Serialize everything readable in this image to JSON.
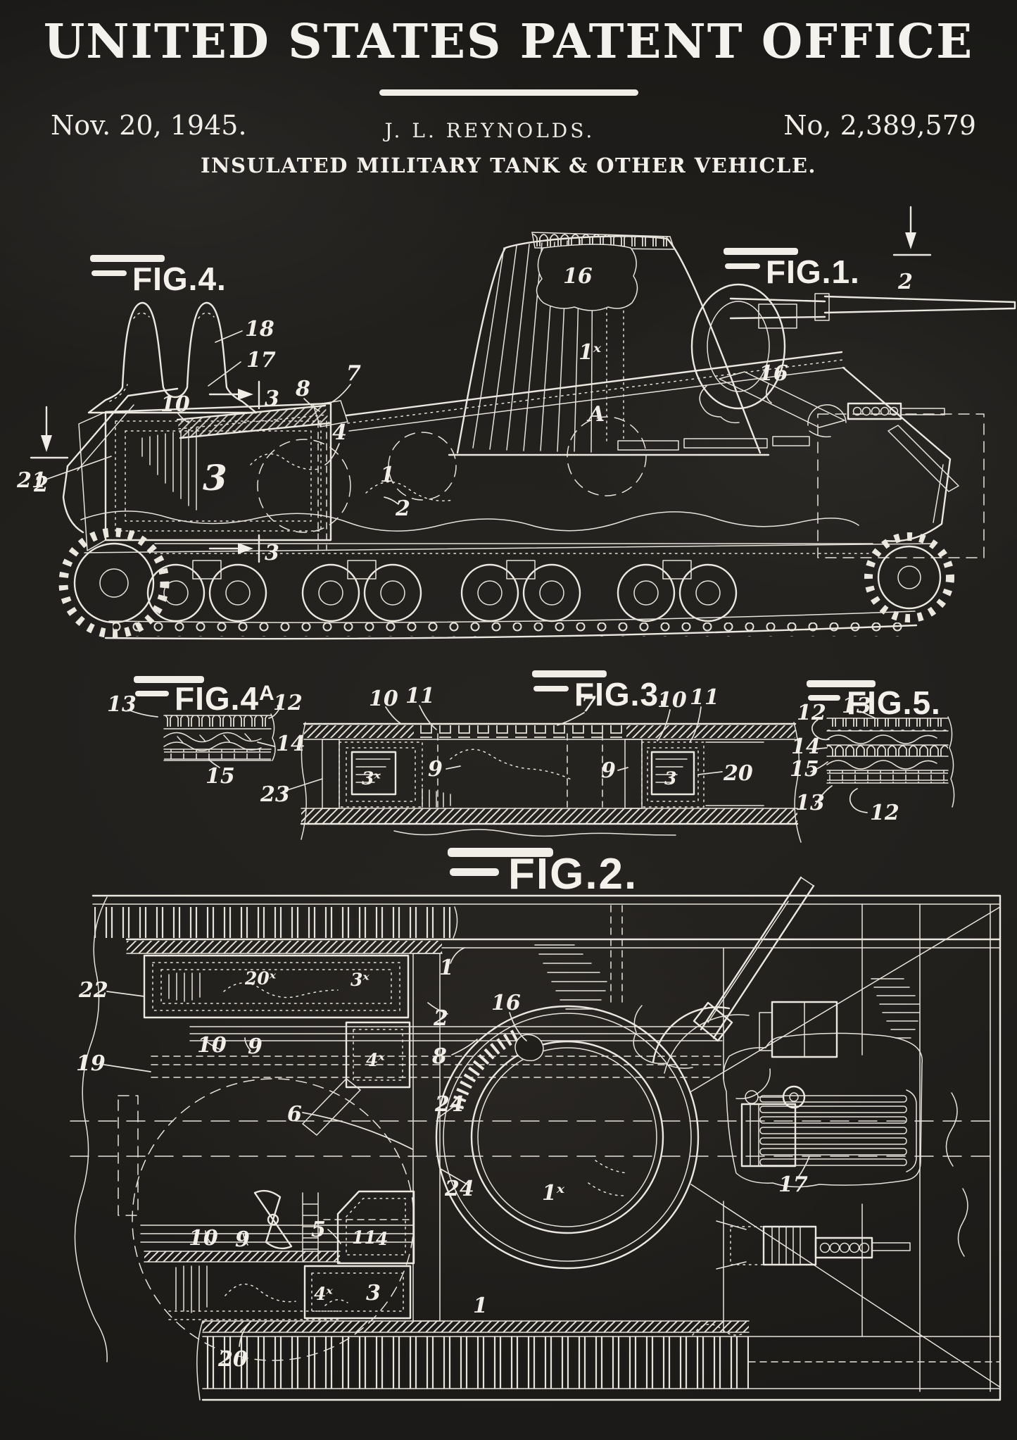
{
  "poster": {
    "title": "UNITED STATES PATENT OFFICE",
    "date": "Nov. 20, 1945.",
    "inventor": "J. L. REYNOLDS.",
    "patent_no": "No, 2,389,579",
    "subtitle": "INSULATED MILITARY TANK & OTHER VEHICLE.",
    "colors": {
      "background": "#211f1c",
      "chalk": "#efede5"
    }
  },
  "figures": {
    "fig4": {
      "label": "FIG.4.",
      "refs": [
        "18",
        "17"
      ]
    },
    "fig1": {
      "label": "FIG.1.",
      "sections": [
        "2",
        "2"
      ],
      "refs": [
        "21",
        "3",
        "10",
        "3",
        "3",
        "8",
        "7",
        "4",
        "1",
        "2",
        "16",
        "1ˣ",
        "A",
        "16"
      ]
    },
    "fig4a": {
      "label_main": "FIG.4",
      "label_sup": "A",
      "label_dot": ".",
      "refs": [
        "13",
        "12",
        "14",
        "15"
      ]
    },
    "fig3": {
      "label": "FIG.3.",
      "refs": [
        "10",
        "11",
        "7",
        "10",
        "11",
        "23",
        "9",
        "3ˣ",
        "9",
        "3",
        "20"
      ]
    },
    "fig5": {
      "label": "FIG.5.",
      "refs": [
        "12",
        "13",
        "14",
        "15",
        "13",
        "12"
      ]
    },
    "fig2": {
      "label": "FIG.2.",
      "refs": [
        "22",
        "19",
        "20ˣ",
        "3ˣ",
        "10",
        "9",
        "4ˣ",
        "6",
        "1",
        "2",
        "8",
        "16",
        "24",
        "24",
        "1ˣ",
        "10",
        "9",
        "5",
        "11",
        "4",
        "4ˣ",
        "3",
        "20",
        "17",
        "1"
      ]
    }
  }
}
